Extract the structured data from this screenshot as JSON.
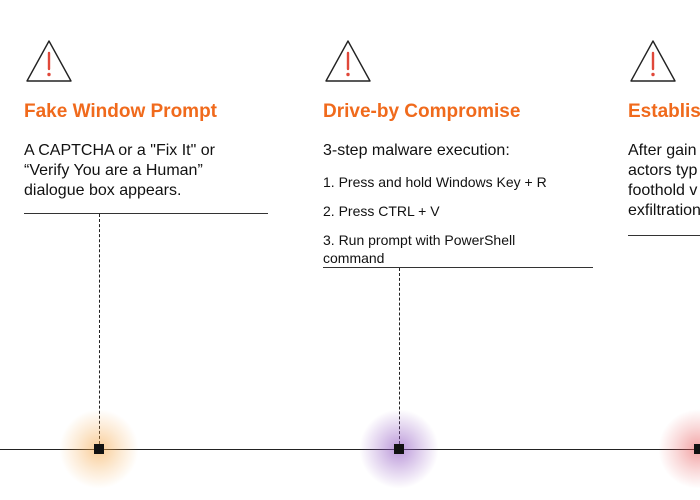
{
  "colors": {
    "heading": "#F06A1C",
    "warning_icon_stroke": "#222222",
    "warning_icon_mark": "#E0483A",
    "glow_step1": "#F4A443",
    "glow_step2": "#8E54C0",
    "glow_step3": "#E8585A"
  },
  "icons": {
    "warning": "warning-triangle-icon"
  },
  "steps": [
    {
      "heading": "Fake Window Prompt",
      "body": "A CAPTCHA or a \"Fix It\" or “Verify You are a Human” dialogue box appears."
    },
    {
      "heading": "Drive-by Compromise",
      "intro": "3-step malware execution:",
      "items": [
        "1. Press and hold Windows Key + R",
        "2. Press CTRL + V",
        "3. Run prompt with PowerShell command"
      ]
    },
    {
      "heading": "Establis",
      "body": "After gain actors typ foothold v exfiltration"
    }
  ]
}
